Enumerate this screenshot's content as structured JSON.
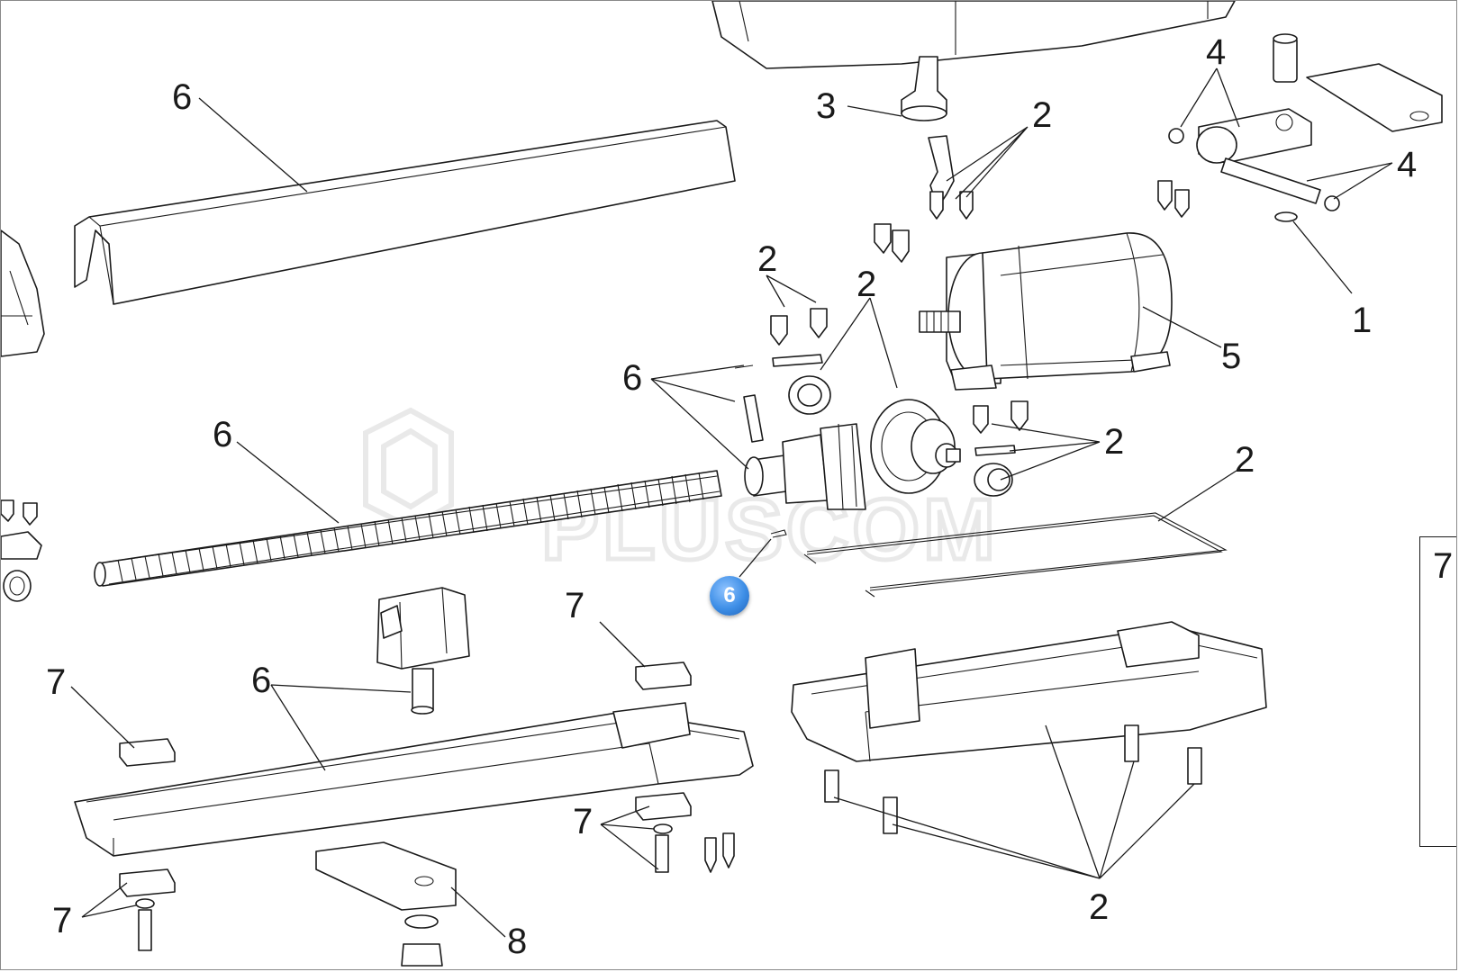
{
  "watermark": "PLUSCOM",
  "hotspot": {
    "label": "6",
    "color": "#3d8ee6"
  },
  "side_tab": {
    "label": "7"
  },
  "labels": {
    "l6_cover": "6",
    "l3": "3",
    "l2_top": "2",
    "l4_top": "4",
    "l4_right": "4",
    "l1": "1",
    "l5": "5",
    "l2_screws": "2",
    "l2_gears": "2",
    "l6_pins": "6",
    "l6_screw": "6",
    "l2_mid": "2",
    "l2_gasket": "2",
    "l7_pad_top": "7",
    "l7_pad_left": "7",
    "l6_block": "6",
    "l7_cluster": "7",
    "l7_bottom": "7",
    "l8": "8",
    "l2_bottom": "2"
  }
}
